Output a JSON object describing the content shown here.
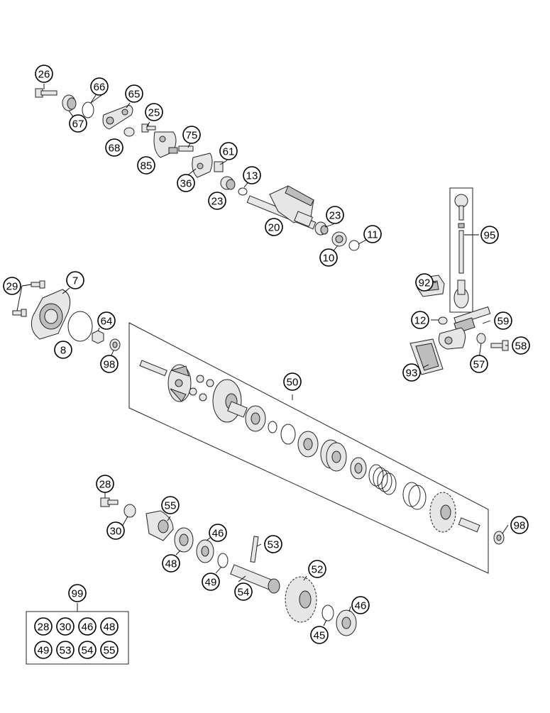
{
  "callouts": [
    {
      "id": "c26",
      "label": "26"
    },
    {
      "id": "c66",
      "label": "66"
    },
    {
      "id": "c65",
      "label": "65"
    },
    {
      "id": "c67",
      "label": "67"
    },
    {
      "id": "c25",
      "label": "25"
    },
    {
      "id": "c68",
      "label": "68"
    },
    {
      "id": "c75",
      "label": "75"
    },
    {
      "id": "c85",
      "label": "85"
    },
    {
      "id": "c61",
      "label": "61"
    },
    {
      "id": "c36",
      "label": "36"
    },
    {
      "id": "c13",
      "label": "13"
    },
    {
      "id": "c23a",
      "label": "23"
    },
    {
      "id": "c23b",
      "label": "23"
    },
    {
      "id": "c20",
      "label": "20"
    },
    {
      "id": "c11",
      "label": "11"
    },
    {
      "id": "c10",
      "label": "10"
    },
    {
      "id": "c95",
      "label": "95"
    },
    {
      "id": "c92",
      "label": "92"
    },
    {
      "id": "c12",
      "label": "12"
    },
    {
      "id": "c59",
      "label": "59"
    },
    {
      "id": "c58",
      "label": "58"
    },
    {
      "id": "c57",
      "label": "57"
    },
    {
      "id": "c93",
      "label": "93"
    },
    {
      "id": "c29",
      "label": "29"
    },
    {
      "id": "c7",
      "label": "7"
    },
    {
      "id": "c64",
      "label": "64"
    },
    {
      "id": "c8",
      "label": "8"
    },
    {
      "id": "c98a",
      "label": "98"
    },
    {
      "id": "c50",
      "label": "50"
    },
    {
      "id": "c98b",
      "label": "98"
    },
    {
      "id": "c28",
      "label": "28"
    },
    {
      "id": "c55",
      "label": "55"
    },
    {
      "id": "c30",
      "label": "30"
    },
    {
      "id": "c46a",
      "label": "46"
    },
    {
      "id": "c53",
      "label": "53"
    },
    {
      "id": "c48",
      "label": "48"
    },
    {
      "id": "c49",
      "label": "49"
    },
    {
      "id": "c52",
      "label": "52"
    },
    {
      "id": "c54",
      "label": "54"
    },
    {
      "id": "c46b",
      "label": "46"
    },
    {
      "id": "c45",
      "label": "45"
    },
    {
      "id": "c99",
      "label": "99"
    }
  ],
  "kit": {
    "label": "99",
    "items": [
      "28",
      "30",
      "46",
      "48",
      "49",
      "53",
      "54",
      "55"
    ]
  }
}
